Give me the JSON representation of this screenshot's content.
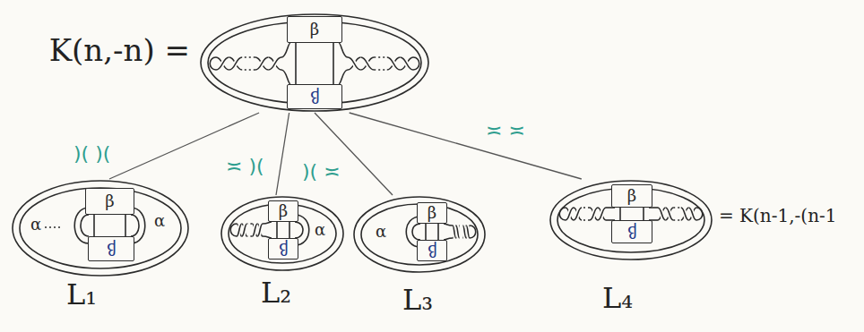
{
  "diagram": {
    "nodes": [
      {
        "text": [
          "K(n,-n) ="
        ]
      },
      {
        "text": [
          "β"
        ],
        "in": 0
      },
      {
        "text": [
          "β"
        ],
        "in": 0
      },
      {
        "text": [
          "L₁"
        ]
      },
      {
        "text": [
          "β"
        ],
        "in": 3
      },
      {
        "text": [
          "β"
        ],
        "in": 3
      },
      {
        "text": [
          "L₂"
        ]
      },
      {
        "text": [
          "β"
        ],
        "in": 6
      },
      {
        "text": [
          "β"
        ],
        "in": 6
      },
      {
        "text": [
          "L₃"
        ]
      },
      {
        "text": [
          "β"
        ],
        "in": 9
      },
      {
        "text": [
          "β"
        ],
        "in": 9
      },
      {
        "text": [
          "L₄",
          "= K(n-1,-(n-1"
        ]
      },
      {
        "text": [
          "β"
        ],
        "in": 12
      },
      {
        "text": [
          "β"
        ],
        "in": 12
      }
    ],
    "edges": [
      {
        "from": 0,
        "to": 3,
        "arrow": "none",
        "label": ")( )("
      },
      {
        "from": 0,
        "to": 6,
        "arrow": "none",
        "label": "≍ )("
      },
      {
        "from": 0,
        "to": 9,
        "arrow": "none",
        "label": ")( ≍"
      },
      {
        "from": 0,
        "to": 12,
        "arrow": "none",
        "label": "≍ ≍"
      }
    ],
    "labels": [
      "α",
      "α",
      "α",
      "α"
    ]
  }
}
